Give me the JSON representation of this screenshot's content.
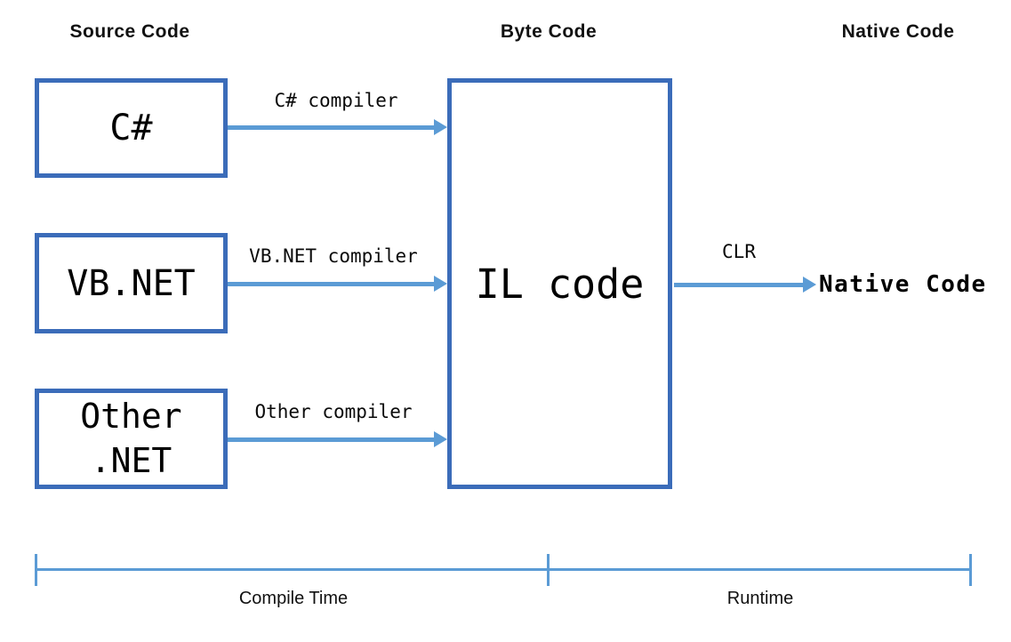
{
  "diagram": {
    "title_headers": {
      "source": "Source Code",
      "byte": "Byte Code",
      "native": "Native Code"
    },
    "boxes": {
      "csharp": "C#",
      "vbnet": "VB.NET",
      "othernet_line1": "Other",
      "othernet_line2": ".NET",
      "il": "IL code"
    },
    "arrow_labels": {
      "csharp_compiler": "C# compiler",
      "vbnet_compiler": "VB.NET compiler",
      "other_compiler": "Other compiler",
      "clr": "CLR"
    },
    "outputs": {
      "native_code": "Native Code"
    },
    "timeline": {
      "compile": "Compile Time",
      "runtime": "Runtime"
    },
    "colors": {
      "box_border": "#3B6CB9",
      "arrow": "#5B9BD5",
      "timeline": "#5B9BD5",
      "text": "#000000"
    }
  }
}
